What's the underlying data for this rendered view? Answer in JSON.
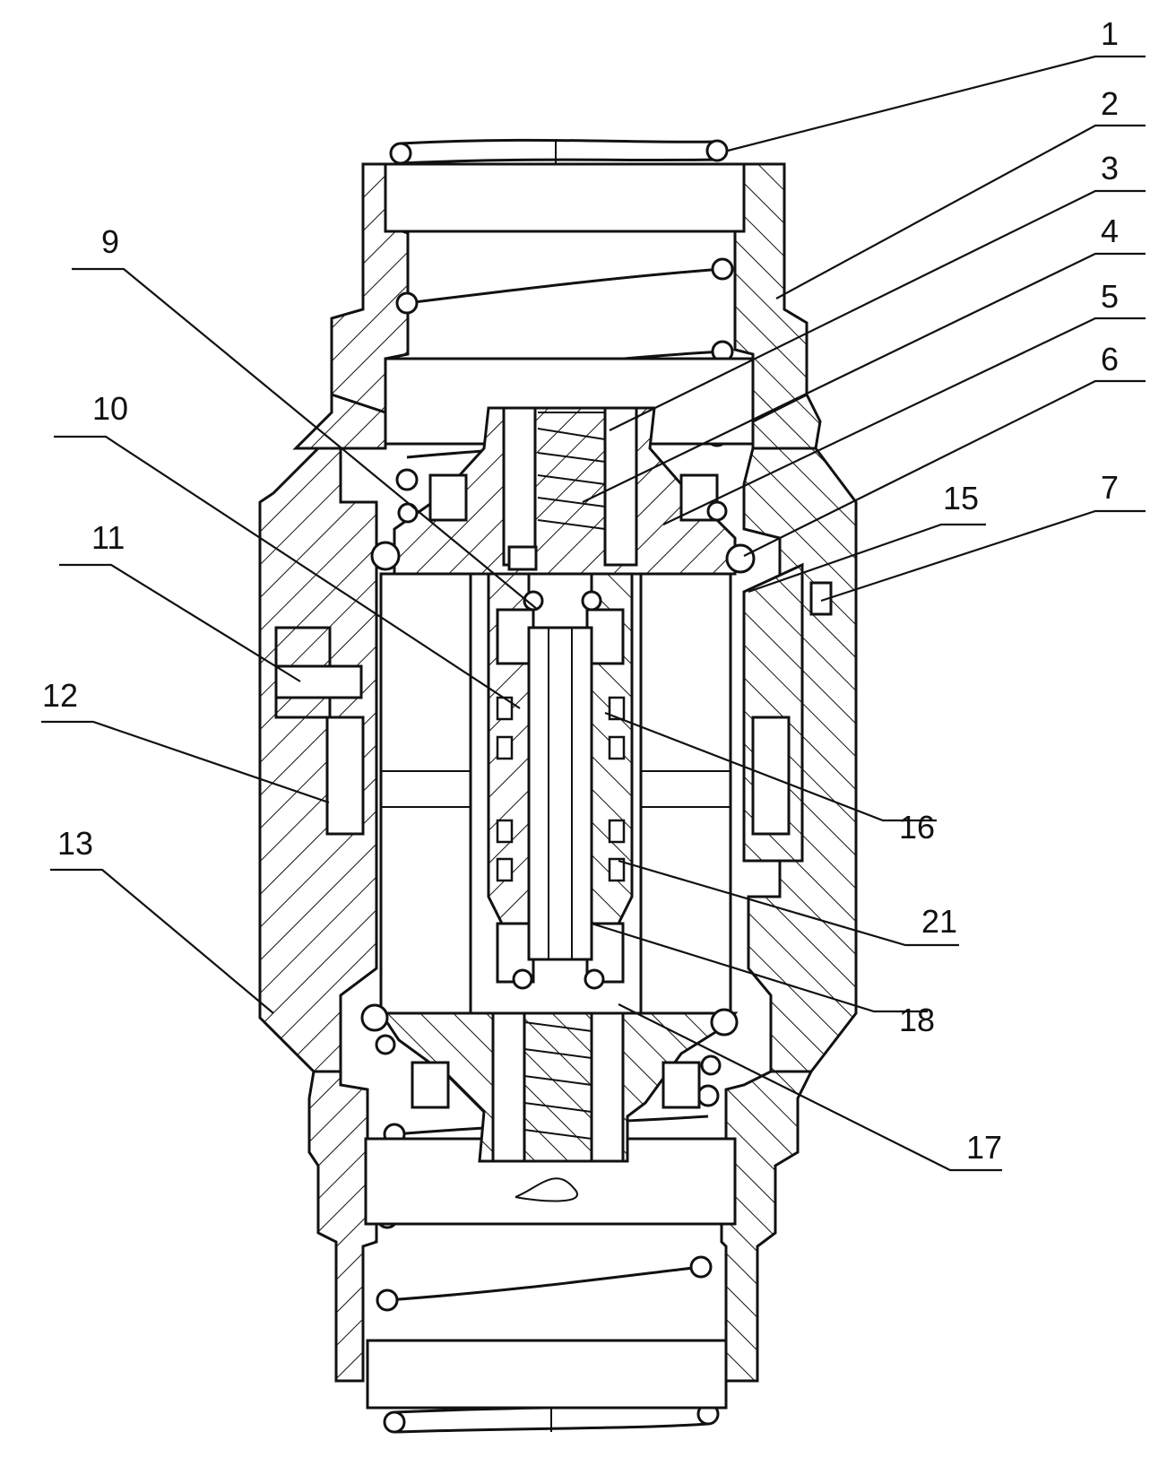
{
  "callouts": [
    {
      "id": "1",
      "text": "1"
    },
    {
      "id": "2",
      "text": "2"
    },
    {
      "id": "3",
      "text": "3"
    },
    {
      "id": "4",
      "text": "4"
    },
    {
      "id": "5",
      "text": "5"
    },
    {
      "id": "6",
      "text": "6"
    },
    {
      "id": "7",
      "text": "7"
    },
    {
      "id": "9",
      "text": "9"
    },
    {
      "id": "10",
      "text": "10"
    },
    {
      "id": "11",
      "text": "11"
    },
    {
      "id": "12",
      "text": "12"
    },
    {
      "id": "13",
      "text": "13"
    },
    {
      "id": "15",
      "text": "15"
    },
    {
      "id": "16",
      "text": "16"
    },
    {
      "id": "17",
      "text": "17"
    },
    {
      "id": "18",
      "text": "18"
    },
    {
      "id": "21",
      "text": "21"
    }
  ]
}
